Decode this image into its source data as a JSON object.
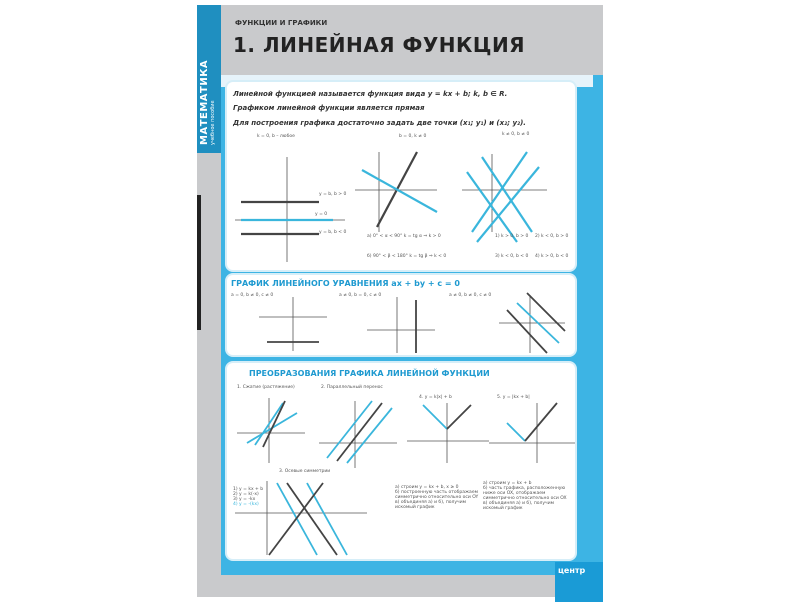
{
  "poster": {
    "side_title": "МАТЕМАТИКА",
    "side_subtitle": "учебное пособие",
    "overline": "ФУНКЦИИ И ГРАФИКИ",
    "title": "1. ЛИНЕЙНАЯ ФУНКЦИЯ",
    "logo_text": "центр"
  },
  "section1": {
    "line1": "Линейной функцией называется функция вида y = kx + b; k, b ∈ R.",
    "line2": "Графиком линейной функции является прямая",
    "line3": "Для построения графика достаточно задать две точки (x₁; y₁) и (x₂; y₂).",
    "case1": "k = 0, b – любое",
    "case2": "b = 0, k ≠ 0",
    "case3": "k ≠ 0, b ≠ 0",
    "label_pos": "y = b, b > 0",
    "label_zero": "y = 0",
    "label_neg": "y = b, b < 0",
    "angle_a": "а)  0° < α < 90°   k = tg α   ⇒ k > 0",
    "angle_b": "б)  90° < β < 180°   k = tg β   ⇒ k < 0",
    "cases": [
      "1) k > 0, b > 0",
      "2) k < 0, b > 0",
      "3) k < 0, b < 0",
      "4) k > 0, b < 0"
    ]
  },
  "section2": {
    "heading": "ГРАФИК ЛИНЕЙНОГО УРАВНЕНИЯ ax + by + c = 0",
    "case1": "a = 0, b ≠ 0, c ≠ 0",
    "case2": "a ≠ 0, b = 0, c ≠ 0",
    "case3": "a ≠ 0, b ≠ 0, c ≠ 0"
  },
  "section3": {
    "heading": "ПРЕОБРАЗОВАНИЯ ГРАФИКА ЛИНЕЙНОЙ ФУНКЦИИ",
    "t1": "1. Сжатие (растяжение)",
    "t2": "2. Параллельный перенос",
    "t3": "3. Осевые симметрии",
    "t4": "4. y = k|x| + b",
    "t5": "5. y = |kx + b|",
    "sym": [
      "1) y = kx + b",
      "2) y = k(-x)",
      "3) y = -kx",
      "4) y = -(kx)"
    ],
    "steps4": [
      "а) строим y = kx + b, x ≥ 0",
      "б) построенную часть отображаем симметрично относительно оси OY",
      "в) объединяя а) и б), получим искомый график"
    ],
    "steps5": [
      "а) строим y = kx + b",
      "б) часть графика, расположенную ниже оси OX, отображаем симметрично относительно оси OX",
      "в) объединяя а) и б), получим искомый график"
    ]
  },
  "colors": {
    "accent": "#3db4e4",
    "side": "#1f8fc0",
    "line_blue": "#3ab6dc",
    "line_dark": "#444444",
    "background": "#c9cacc"
  }
}
